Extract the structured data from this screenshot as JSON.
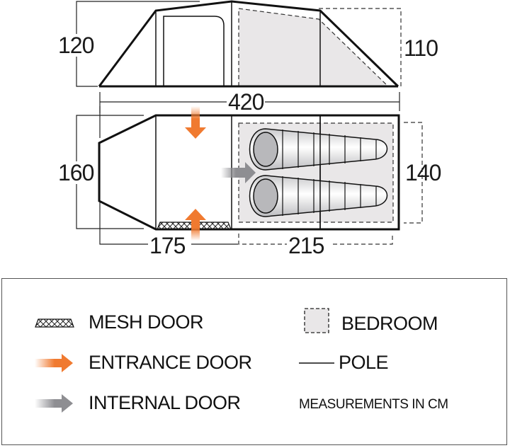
{
  "side_view": {
    "height_left": "120",
    "height_right": "110",
    "length_total": "420"
  },
  "floor_plan": {
    "width_left": "160",
    "width_right": "140",
    "porch_length": "175",
    "bedroom_length": "215",
    "sleeping_bags": 2
  },
  "legend": {
    "mesh_door": "MESH DOOR",
    "entrance_door": "ENTRANCE DOOR",
    "internal_door": "INTERNAL DOOR",
    "bedroom": "BEDROOM",
    "pole": "POLE",
    "note": "MEASUREMENTS IN CM"
  },
  "colors": {
    "entrance_arrow": "#f07a30",
    "internal_arrow": "#8e8e92",
    "bedroom_fill": "#e9e7e8",
    "outline": "#1a1a1a"
  }
}
